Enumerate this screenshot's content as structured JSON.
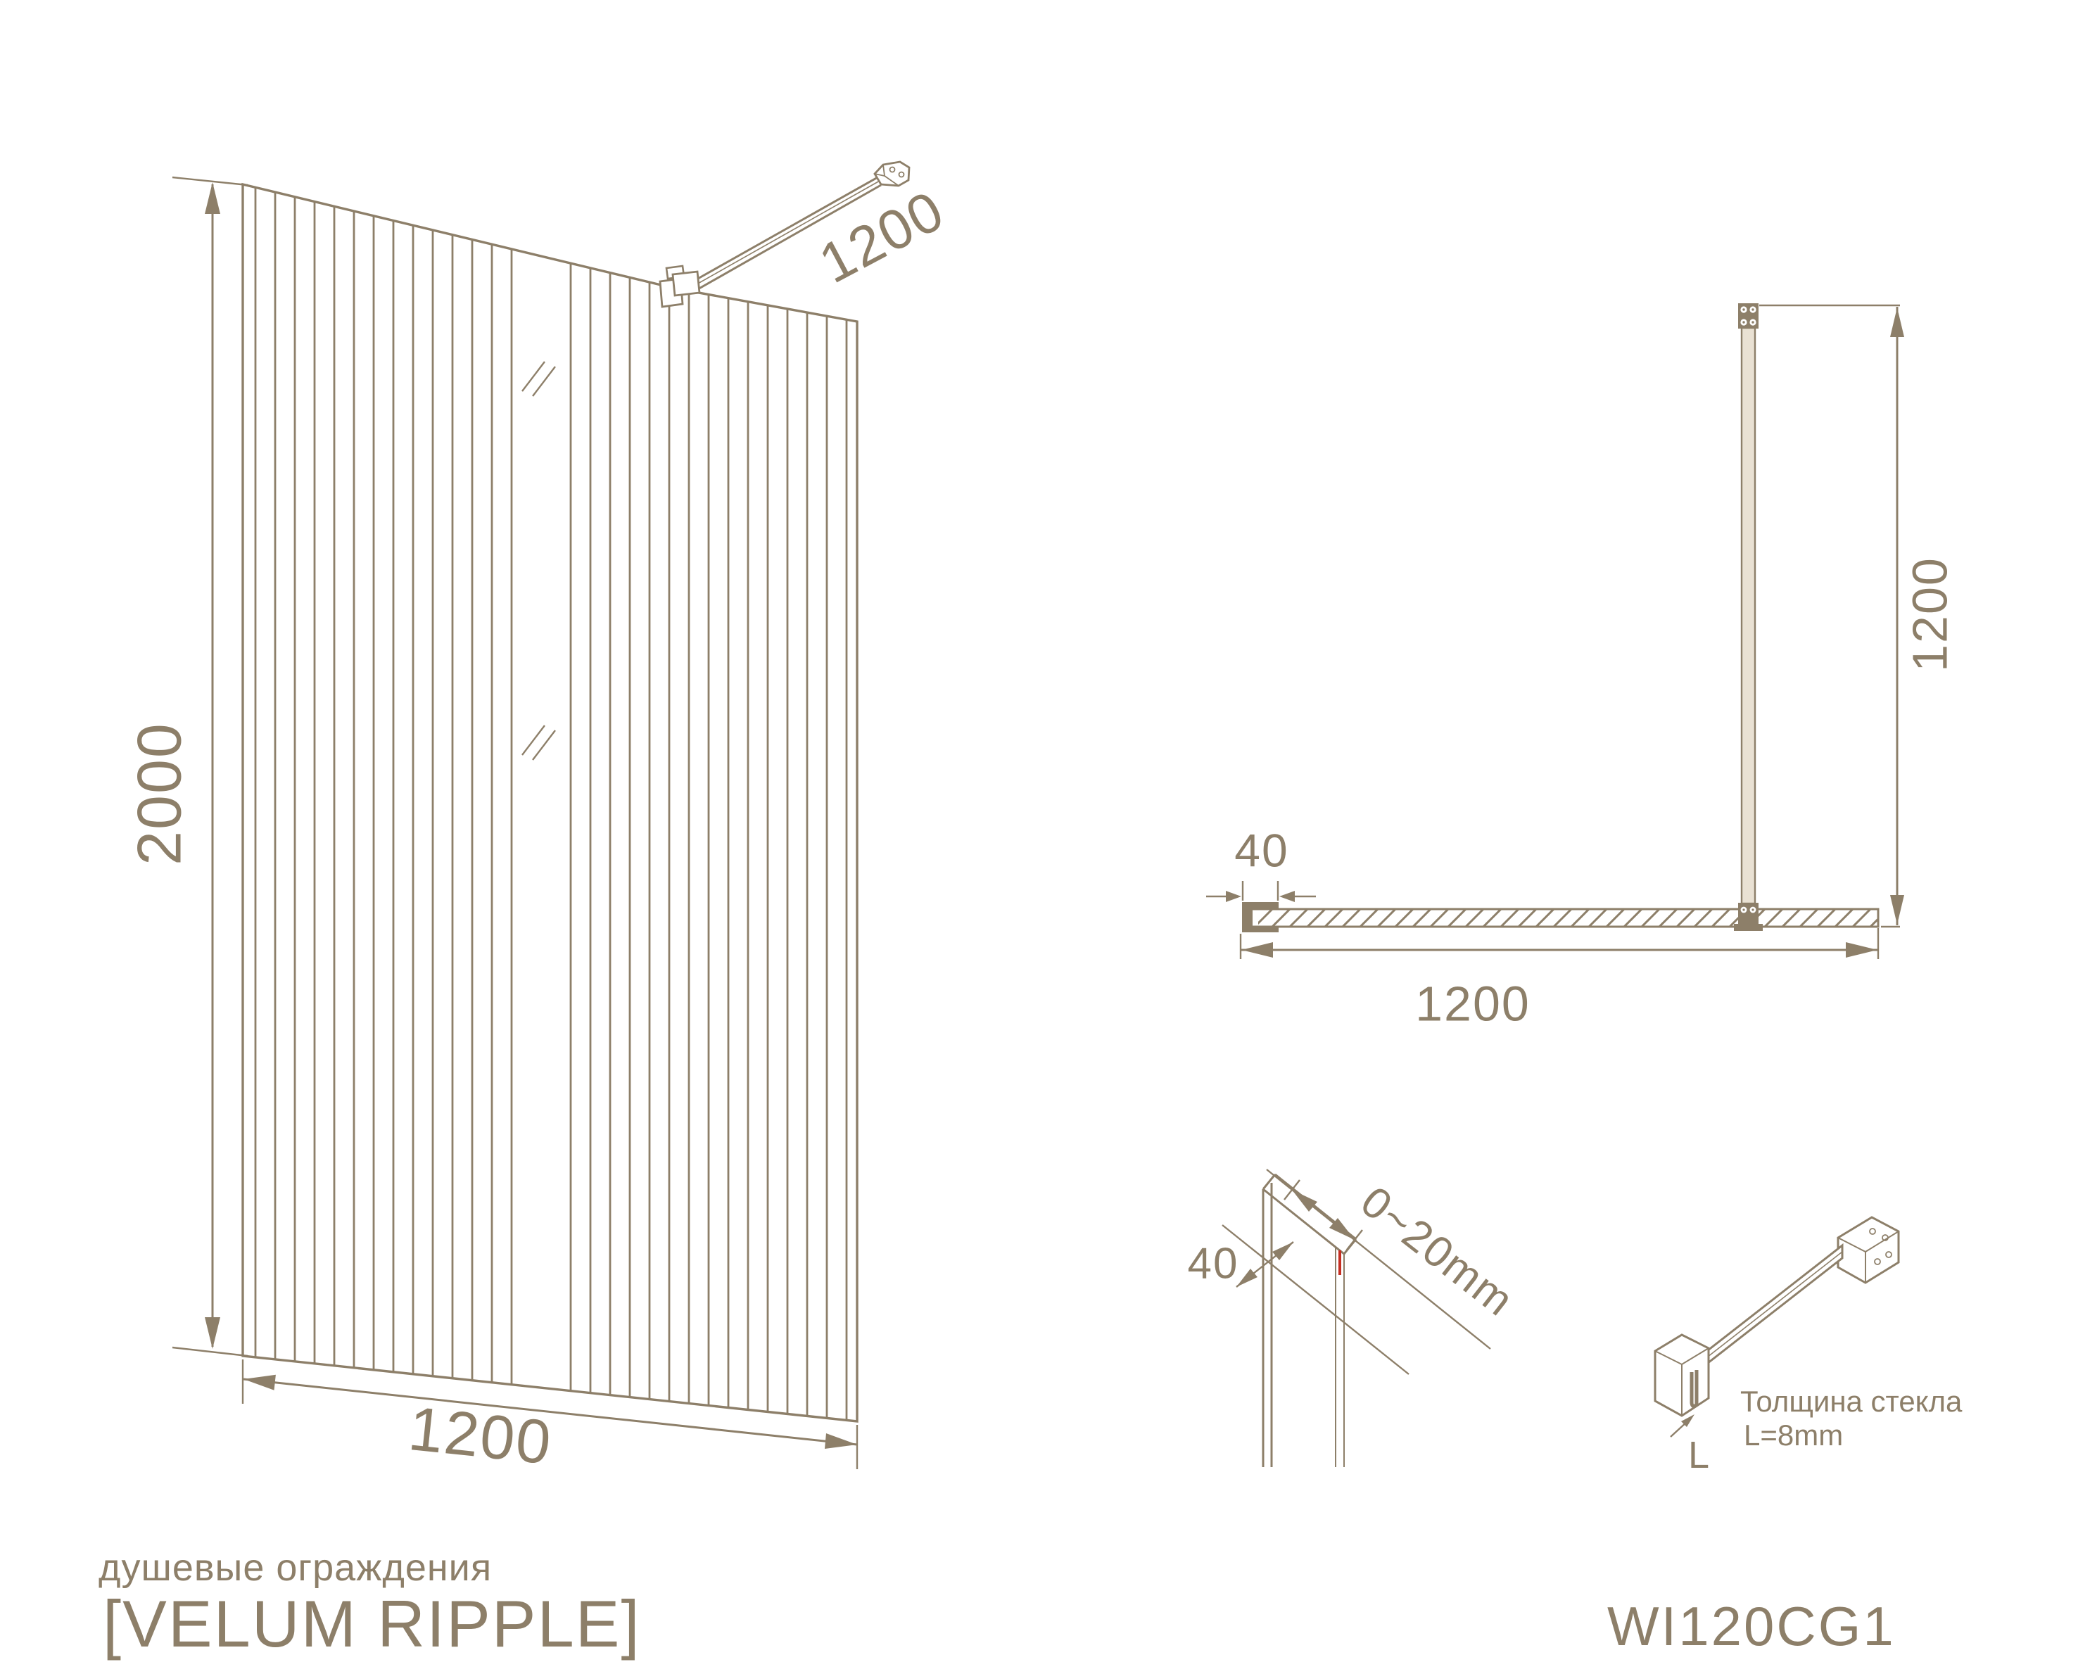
{
  "front_view": {
    "height_label": "2000",
    "width_label": "1200",
    "bar_length_label": "1200"
  },
  "top_view": {
    "bar_length_label": "1200",
    "width_label": "1200",
    "wall_profile_depth_label": "40"
  },
  "profile_detail": {
    "depth_label": "40",
    "adjustment_range_label": "0~20mm"
  },
  "bar_detail": {
    "glass_side_label": "L",
    "note_line1": "Толщина стекла",
    "note_line2": "L=8mm"
  },
  "footer": {
    "category": "душевые ограждения",
    "series_title": "[VELUM RIPPLE]",
    "model_code": "WI120CG1"
  },
  "colors": {
    "line": "#8D7F69",
    "bar_fill": "#E9E1D3",
    "glass_edge_accent": "#C62F22",
    "background": "#FFFFFF"
  }
}
